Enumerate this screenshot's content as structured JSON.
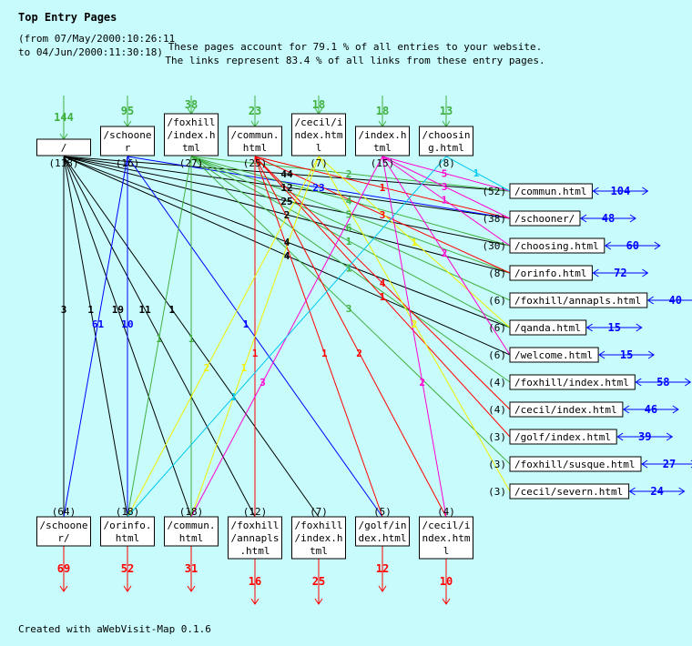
{
  "title": "Top Entry Pages",
  "range": {
    "line1": "(from 07/May/2000:10:26:11",
    "line2": "to 04/Jun/2000:11:30:18)"
  },
  "summary": {
    "line1": "These pages account for 79.1 % of all entries to your website.",
    "line2": "The links represent 83.4 % of all links from these entry pages."
  },
  "footer": "Created with aWebVisit-Map 0.1.6",
  "colors": {
    "background": "#c8fcfc",
    "entry_arrow": "#40b040",
    "exit_arrow": "#ff0000",
    "right_arrow": "#0000ff"
  },
  "entry_nodes": [
    {
      "lines": [
        "/"
      ],
      "entries": "144",
      "count": "(118)",
      "color": "#000000"
    },
    {
      "lines": [
        "/schoone",
        "r"
      ],
      "entries": "95",
      "count": "(16)",
      "color": "#0000ff"
    },
    {
      "lines": [
        "/foxhill",
        "/index.h",
        "tml"
      ],
      "entries": "38",
      "count": "(27)",
      "color": "#40b040"
    },
    {
      "lines": [
        "/commun.",
        "html"
      ],
      "entries": "23",
      "count": "(25)",
      "color": "#ff0000"
    },
    {
      "lines": [
        "/cecil/i",
        "ndex.htm",
        "l"
      ],
      "entries": "18",
      "count": "(7)",
      "color": "#f0f000"
    },
    {
      "lines": [
        "/index.h",
        "tml"
      ],
      "entries": "18",
      "count": "(15)",
      "color": "#ff00d0"
    },
    {
      "lines": [
        "/choosin",
        "g.html"
      ],
      "entries": "13",
      "count": "(8)",
      "color": "#00c8f0"
    }
  ],
  "bottom_nodes": [
    {
      "lines": [
        "/schoone",
        "r/"
      ],
      "count": "(64)",
      "exits": "69"
    },
    {
      "lines": [
        "/orinfo.",
        "html"
      ],
      "count": "(18)",
      "exits": "52"
    },
    {
      "lines": [
        "/commun.",
        "html"
      ],
      "count": "(18)",
      "exits": "31"
    },
    {
      "lines": [
        "/foxhill",
        "/annapls",
        ".html"
      ],
      "count": "(12)",
      "exits": "16"
    },
    {
      "lines": [
        "/foxhill",
        "/index.h",
        "tml"
      ],
      "count": "(7)",
      "exits": "25"
    },
    {
      "lines": [
        "/golf/in",
        "dex.html"
      ],
      "count": "(5)",
      "exits": "12"
    },
    {
      "lines": [
        "/cecil/i",
        "ndex.htm",
        "l"
      ],
      "count": "(4)",
      "exits": "10"
    }
  ],
  "right_nodes": [
    {
      "label": "/commun.html",
      "count": "(52)",
      "links": "104"
    },
    {
      "label": "/schooner/",
      "count": "(38)",
      "links": "48"
    },
    {
      "label": "/choosing.html",
      "count": "(30)",
      "links": "60"
    },
    {
      "label": "/orinfo.html",
      "count": "(8)",
      "links": "72"
    },
    {
      "label": "/foxhill/annapls.html",
      "count": "(6)",
      "links": "40"
    },
    {
      "label": "/qanda.html",
      "count": "(6)",
      "links": "15"
    },
    {
      "label": "/welcome.html",
      "count": "(6)",
      "links": "15"
    },
    {
      "label": "/foxhill/index.html",
      "count": "(4)",
      "links": "58"
    },
    {
      "label": "/cecil/index.html",
      "count": "(4)",
      "links": "46"
    },
    {
      "label": "/golf/index.html",
      "count": "(3)",
      "links": "39"
    },
    {
      "label": "/foxhill/susque.html",
      "count": "(3)",
      "links": "27"
    },
    {
      "label": "/cecil/severn.html",
      "count": "(3)",
      "links": "24"
    }
  ],
  "edges": [
    {
      "from": 0,
      "to": "r0",
      "count": "44"
    },
    {
      "from": 0,
      "to": "r1",
      "count": "12"
    },
    {
      "from": 0,
      "to": "r2",
      "count": "25"
    },
    {
      "from": 0,
      "to": "r3",
      "count": "2"
    },
    {
      "from": 0,
      "to": "r5",
      "count": "4"
    },
    {
      "from": 0,
      "to": "r6",
      "count": "4"
    },
    {
      "from": 0,
      "to": "b0",
      "count": "3"
    },
    {
      "from": 0,
      "to": "b1",
      "count": "1"
    },
    {
      "from": 0,
      "to": "b2",
      "count": "19"
    },
    {
      "from": 0,
      "to": "b3",
      "count": "11"
    },
    {
      "from": 0,
      "to": "b4",
      "count": "1"
    },
    {
      "from": 1,
      "to": "r1",
      "count": "23"
    },
    {
      "from": 1,
      "to": "b0",
      "count": "61"
    },
    {
      "from": 1,
      "to": "b1",
      "count": "10"
    },
    {
      "from": 1,
      "to": "b5",
      "count": "1"
    },
    {
      "from": 2,
      "to": "r0",
      "count": "2"
    },
    {
      "from": 2,
      "to": "r2",
      "count": "4"
    },
    {
      "from": 2,
      "to": "r3",
      "count": "5"
    },
    {
      "from": 2,
      "to": "r4",
      "count": "6"
    },
    {
      "from": 2,
      "to": "r5",
      "count": "1"
    },
    {
      "from": 2,
      "to": "r7",
      "count": "1"
    },
    {
      "from": 2,
      "to": "r10",
      "count": "3"
    },
    {
      "from": 2,
      "to": "b1",
      "count": "1"
    },
    {
      "from": 2,
      "to": "b2",
      "count": "1"
    },
    {
      "from": 3,
      "to": "r1",
      "count": "1"
    },
    {
      "from": 3,
      "to": "r3",
      "count": "3"
    },
    {
      "from": 3,
      "to": "r8",
      "count": "4"
    },
    {
      "from": 3,
      "to": "r9",
      "count": "1"
    },
    {
      "from": 3,
      "to": "b3",
      "count": "1"
    },
    {
      "from": 3,
      "to": "b5",
      "count": "1"
    },
    {
      "from": 3,
      "to": "b6",
      "count": "2"
    },
    {
      "from": 4,
      "to": "r5",
      "count": "1"
    },
    {
      "from": 4,
      "to": "r11",
      "count": "2"
    },
    {
      "from": 4,
      "to": "b1",
      "count": "2"
    },
    {
      "from": 4,
      "to": "b2",
      "count": "1"
    },
    {
      "from": 5,
      "to": "r0",
      "count": "5"
    },
    {
      "from": 5,
      "to": "r1",
      "count": "3"
    },
    {
      "from": 5,
      "to": "r2",
      "count": "1"
    },
    {
      "from": 5,
      "to": "r6",
      "count": "2"
    },
    {
      "from": 5,
      "to": "b2",
      "count": "3"
    },
    {
      "from": 5,
      "to": "b6",
      "count": "2"
    },
    {
      "from": 6,
      "to": "r0",
      "count": "1"
    },
    {
      "from": 6,
      "to": "b1",
      "count": "1"
    }
  ]
}
